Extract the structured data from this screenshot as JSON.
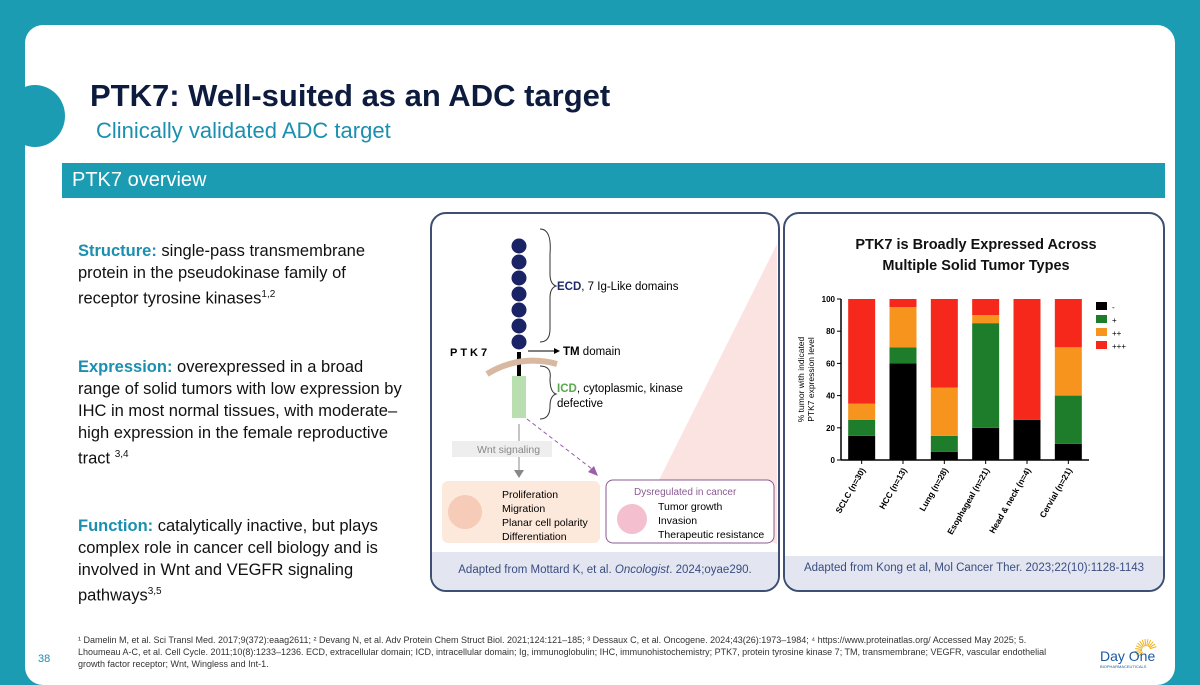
{
  "header": {
    "title": "PTK7: Well-suited as an ADC target",
    "subtitle": "Clinically validated ADC target",
    "section": "PTK7 overview"
  },
  "bullets": [
    {
      "label": "Structure:",
      "text": " single-pass transmembrane protein in the pseudokinase family of receptor tyrosine kinases",
      "sup": "1,2"
    },
    {
      "label": "Expression:",
      "text": " overexpressed in a broad range of solid tumors with low expression by IHC in most normal tissues, with moderate–high expression in the female reproductive tract ",
      "sup": "3,4"
    },
    {
      "label": "Function:",
      "text": " catalytically inactive, but plays complex role in cancer cell biology and is involved in Wnt and VEGFR signaling pathways",
      "sup": "3,5"
    }
  ],
  "diagram": {
    "protein": "PTK7",
    "ecd_abbr": "ECD",
    "ecd_text": ", 7 Ig-Like domains",
    "tm_abbr": "TM",
    "tm_text": " domain",
    "icd_abbr": "ICD",
    "icd_text": ", cytoplasmic, kinase",
    "icd_text2": "defective",
    "wnt": "Wnt signaling",
    "normal_items": [
      "Proliferation",
      "Migration",
      "Planar cell polarity",
      "Differentiation"
    ],
    "cancer_title": "Dysregulated in cancer",
    "cancer_items": [
      "Tumor growth",
      "Invasion",
      "Therapeutic resistance"
    ],
    "caption_pre": "Adapted from Mottard K, et al. ",
    "caption_journal": "Oncologist",
    "caption_post": ". 2024;oyae290."
  },
  "chart_data": {
    "type": "bar",
    "stacked": true,
    "title": "PTK7 is Broadly Expressed Across Multiple Solid Tumor Types",
    "title_lines": [
      "PTK7 is Broadly Expressed Across",
      "Multiple Solid Tumor Types"
    ],
    "ylabel_lines": [
      "% tumor with indicated",
      "PTK7 expression level"
    ],
    "ylim": [
      0,
      100
    ],
    "yticks": [
      0,
      20,
      40,
      60,
      80,
      100
    ],
    "categories": [
      "SCLC (n=30)",
      "HCC (n=13)",
      "Lung (n=28)",
      "Esophageal (n=21)",
      "Head & neck (n=4)",
      "Cervial (n=21)"
    ],
    "series": [
      {
        "name": "-",
        "color": "#000000",
        "values": [
          15,
          60,
          5,
          20,
          25,
          10
        ]
      },
      {
        "name": "+",
        "color": "#1e7d2a",
        "values": [
          10,
          10,
          10,
          65,
          0,
          30
        ]
      },
      {
        "name": "++",
        "color": "#f7941d",
        "values": [
          10,
          25,
          30,
          5,
          0,
          30
        ]
      },
      {
        "name": "+++",
        "color": "#f5281b",
        "values": [
          65,
          5,
          55,
          10,
          75,
          30
        ]
      }
    ],
    "legend": "right",
    "caption": "Adapted from Kong et al, Mol Cancer Ther. 2023;22(10):1128-1143"
  },
  "footer": {
    "page": "38",
    "footnotes": "¹ Damelin M, et al. Sci Transl Med. 2017;9(372):eaag2611; ² Devang N, et al. Adv Protein Chem Struct Biol. 2021;124:121–185;  ³ Dessaux C, et al. Oncogene. 2024;43(26):1973–1984; ⁴ https://www.proteinatlas.org/ Accessed May 2025; 5. Lhoumeau A-C, et al. Cell Cycle. 2011;10(8):1233–1236.  ECD, extracellular domain; ICD, intracellular domain; Ig, immunoglobulin; IHC, immunohistochemistry; PTK7, protein tyrosine kinase 7; TM, transmembrane; VEGFR, vascular endothelial growth factor receptor; Wnt, Wingless and Int-1.",
    "logo": "Day One",
    "logo_sub": "BIOPHARMACEUTICALS"
  },
  "colors": {
    "teal": "#1b9cb3",
    "navy": "#0d1b3e"
  }
}
